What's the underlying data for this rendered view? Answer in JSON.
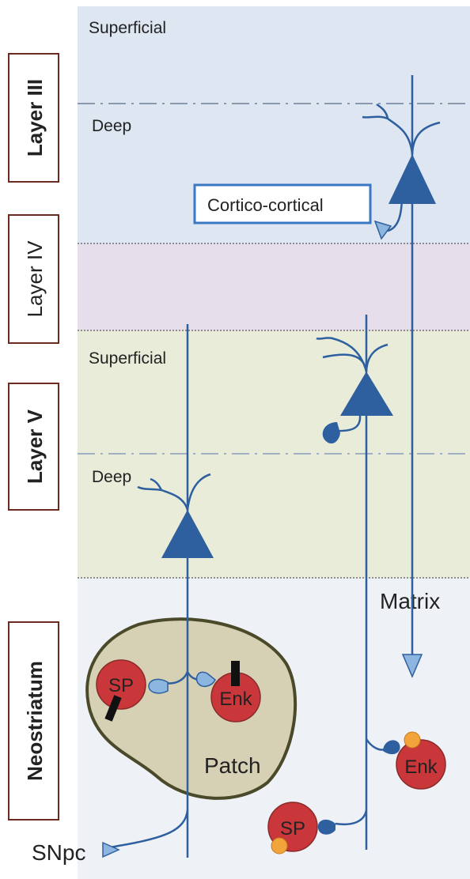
{
  "layers": {
    "layer3": "Layer III",
    "layer4": "Layer IV",
    "layer5": "Layer V",
    "neostriatum": "Neostriatum"
  },
  "sublayers": {
    "l3_superficial": "Superficial",
    "l3_deep": "Deep",
    "l5_superficial": "Superficial",
    "l5_deep": "Deep"
  },
  "labels": {
    "cortico_cortical": "Cortico-cortical",
    "matrix": "Matrix",
    "patch": "Patch",
    "snpc": "SNpc"
  },
  "cells": {
    "sp_patch": "SP",
    "enk_patch": "Enk",
    "enk_matrix": "Enk",
    "sp_matrix": "SP"
  },
  "colors": {
    "layer3_band": "#dde6f1",
    "layer4_band": "#e6dfeb",
    "layer5_band": "#e8ecd9",
    "striatum_band": "#eef1f6",
    "neuron": "#2e5f9e",
    "cell_body": "#c9373b",
    "patch_fill": "#d6d0b4",
    "orange_dot": "#f2a33a"
  }
}
